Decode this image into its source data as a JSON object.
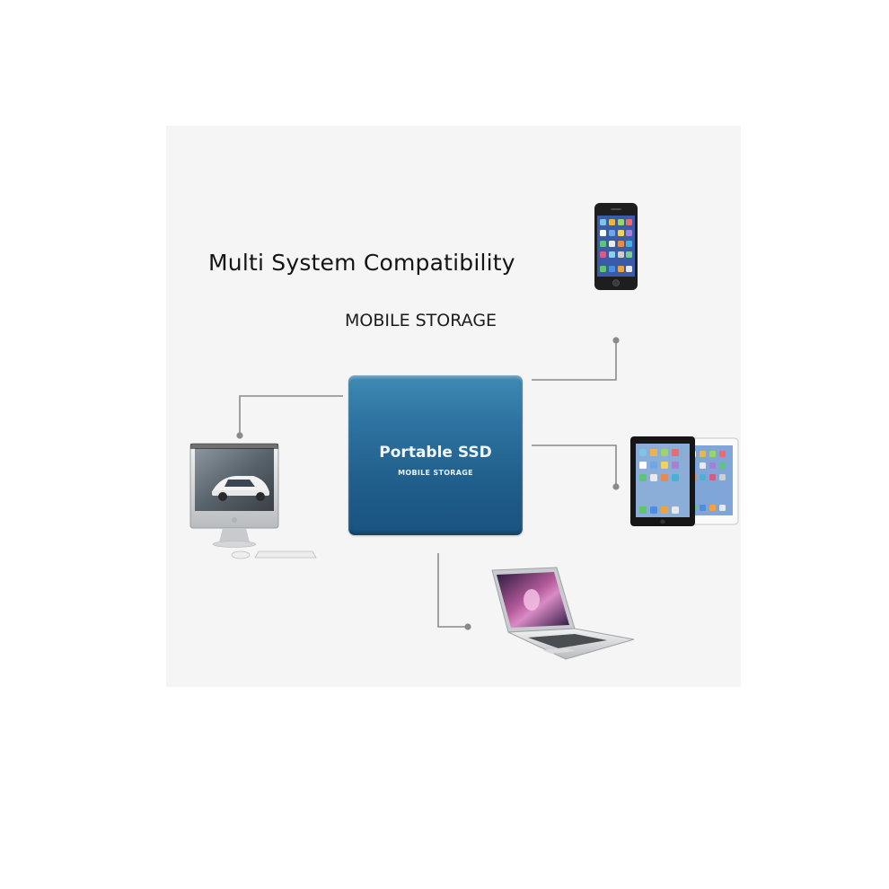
{
  "headline": "Multi System Compatibility",
  "subhead": "MOBILE STORAGE",
  "ssd": {
    "title": "Portable SSD",
    "subtitle": "MOBILE STORAGE"
  },
  "devices": [
    {
      "name": "smartphone",
      "icon": "smartphone-icon"
    },
    {
      "name": "desktop-monitor",
      "icon": "desktop-computer-icon"
    },
    {
      "name": "tablets",
      "icon": "tablet-icon"
    },
    {
      "name": "laptop",
      "icon": "laptop-icon"
    }
  ],
  "colors": {
    "ssd_body": "#2d73a1",
    "connector": "#8a8a8a",
    "panel": "#f5f5f5"
  }
}
